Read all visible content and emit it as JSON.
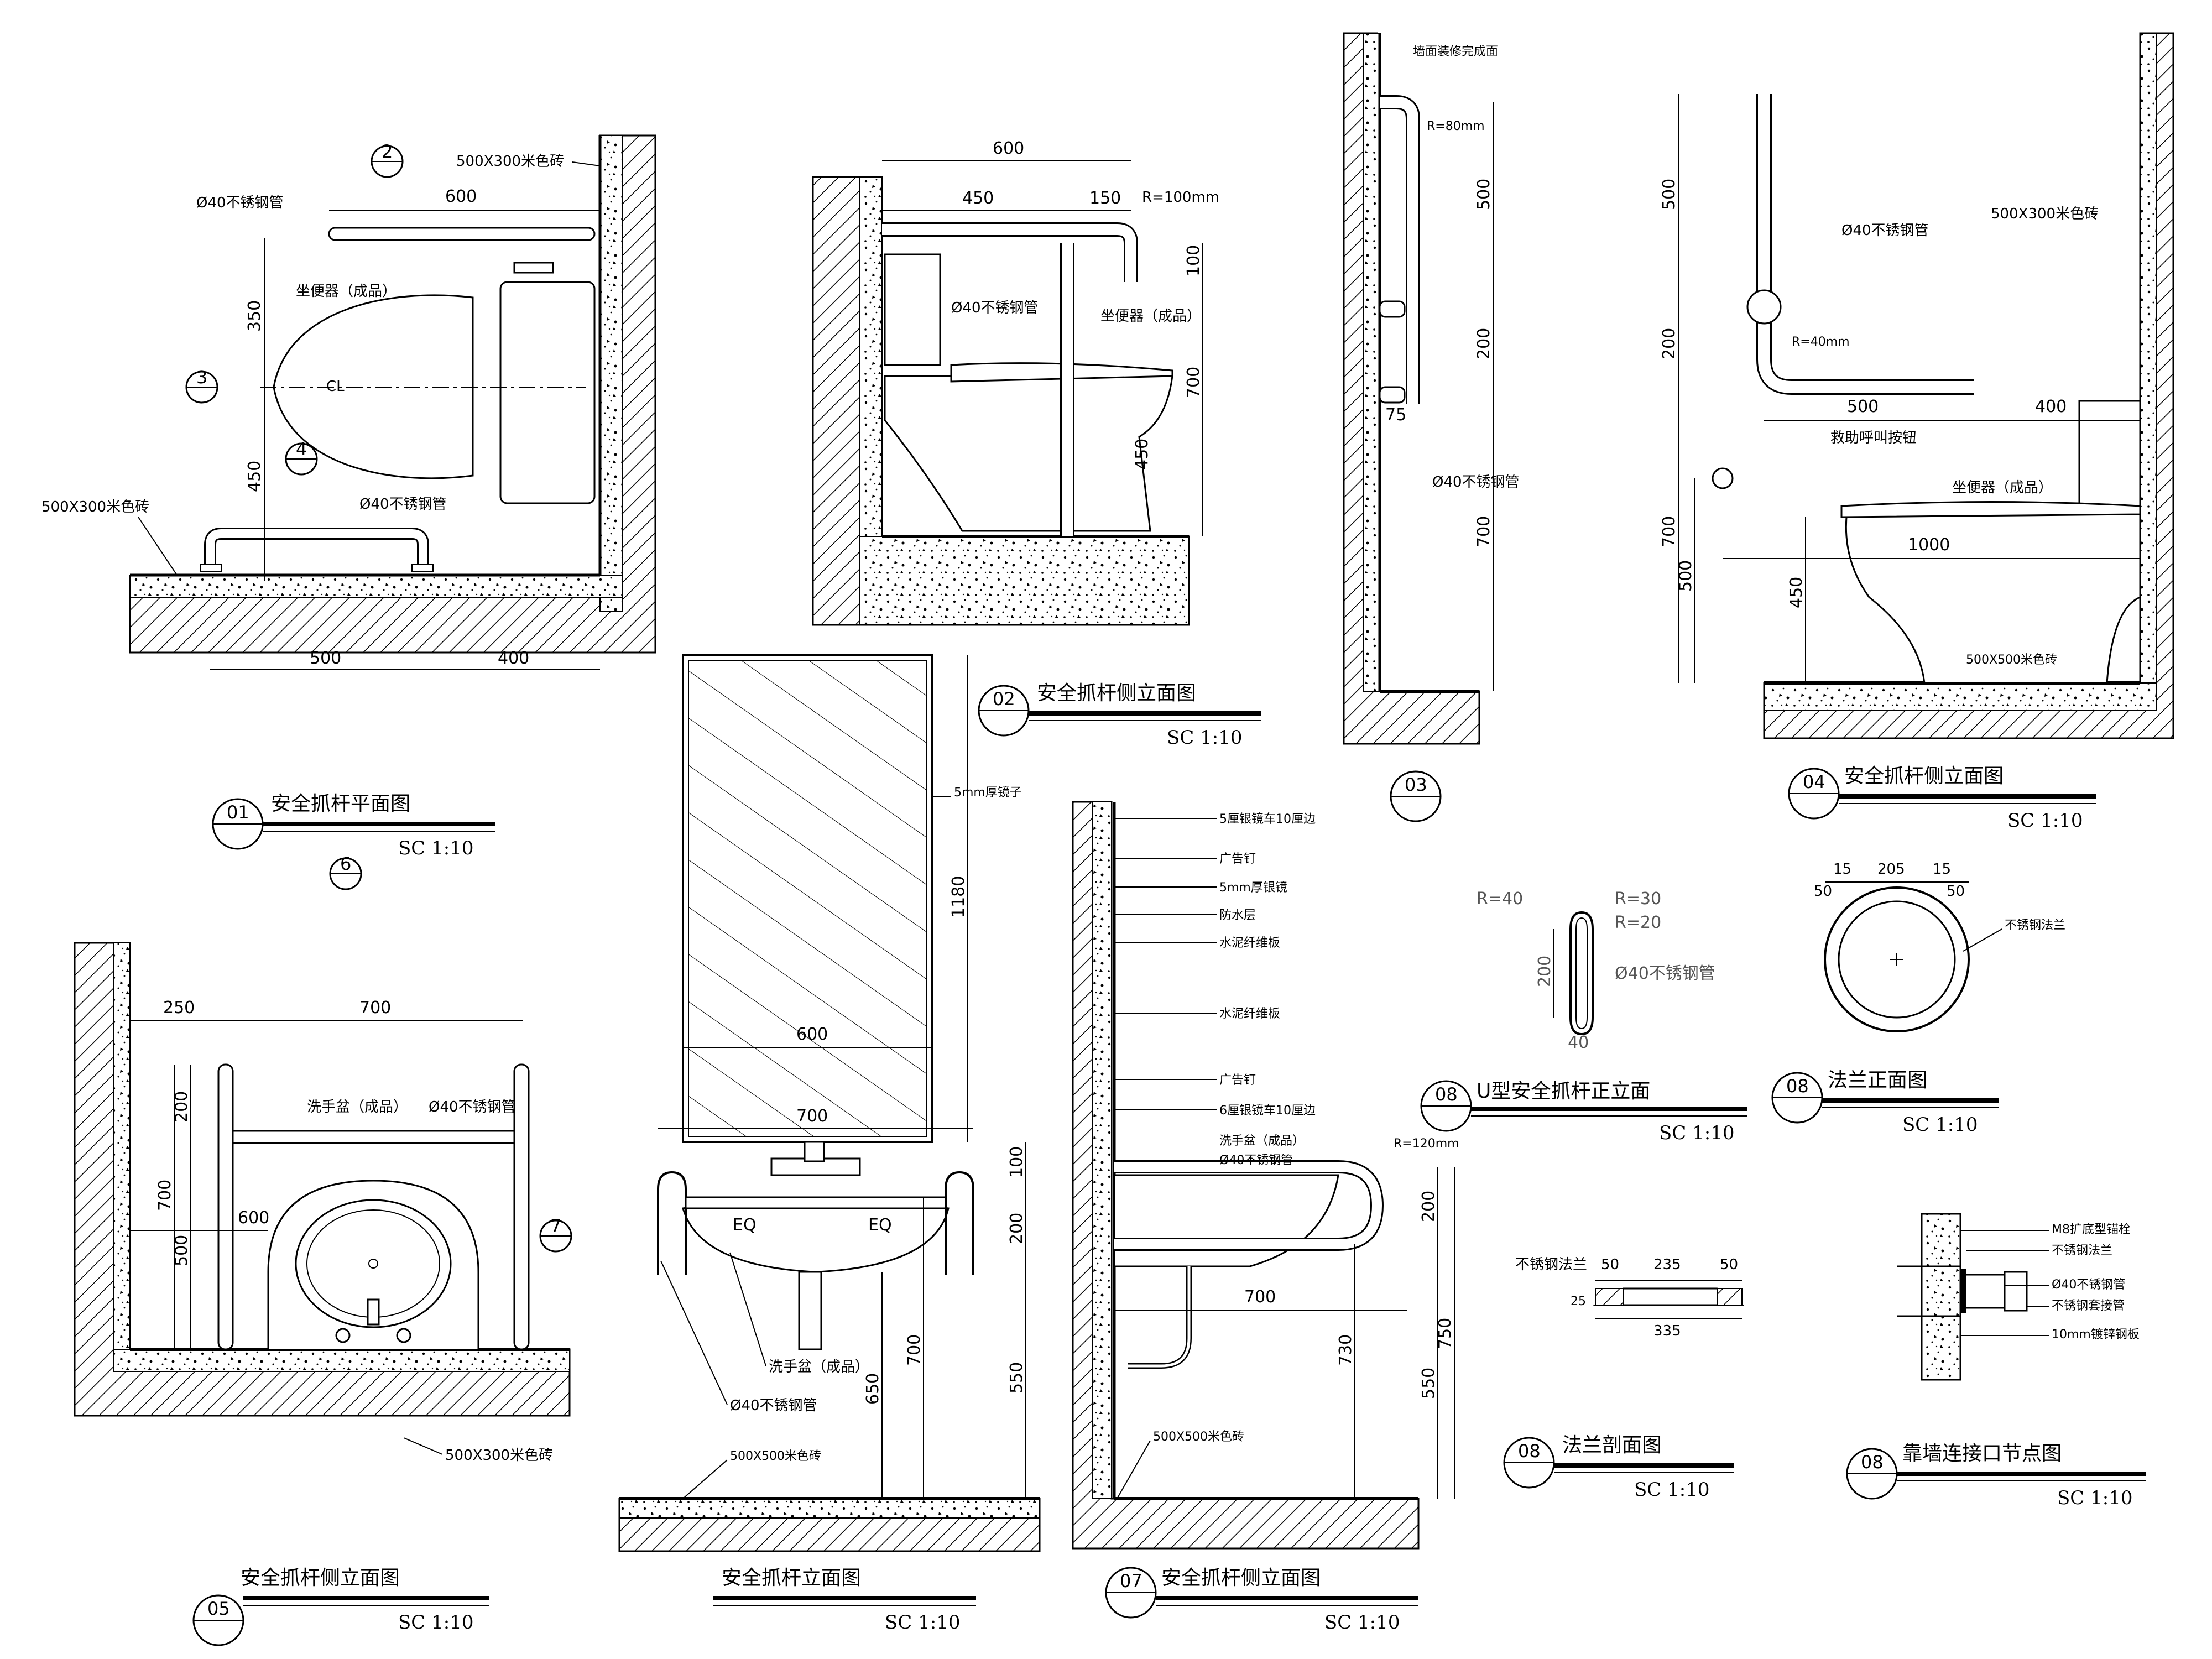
{
  "sheet": {
    "drawings": [
      {
        "no": "01",
        "title": "安全抓杆平面图",
        "scale": "SC 1:10"
      },
      {
        "no": "02",
        "title": "安全抓杆侧立面图",
        "scale": "SC 1:10"
      },
      {
        "no": "03",
        "title": "",
        "scale": ""
      },
      {
        "no": "04",
        "title": "安全抓杆侧立面图",
        "scale": "SC 1:10"
      },
      {
        "no": "05",
        "title": "安全抓杆侧立面图",
        "scale": "SC 1:10"
      },
      {
        "no": "",
        "title": "安全抓杆立面图",
        "scale": "SC 1:10"
      },
      {
        "no": "07",
        "title": "安全抓杆侧立面图",
        "scale": "SC 1:10"
      },
      {
        "no": "08",
        "title": "U型安全抓杆正立面",
        "scale": "SC 1:10"
      },
      {
        "no": "08",
        "title": "法兰正面图",
        "scale": "SC 1:10"
      },
      {
        "no": "08",
        "title": "法兰剖面图",
        "scale": "SC 1:10"
      },
      {
        "no": "08",
        "title": "靠墙连接口节点图",
        "scale": "SC 1:10"
      }
    ]
  },
  "d01": {
    "section_marks": [
      "2",
      "3",
      "4",
      "6"
    ],
    "labels": {
      "tile": "500X300米色砖",
      "pipe_top": "Ø40不锈钢管",
      "toilet": "坐便器（成品）",
      "tile_left": "500X300米色砖",
      "pipe_bottom": "Ø40不锈钢管",
      "cl": "CL"
    },
    "dims": {
      "d600": "600",
      "d350": "350",
      "d450": "450",
      "d500": "500",
      "d400": "400"
    }
  },
  "d02": {
    "labels": {
      "r100": "R=100mm",
      "pipe": "Ø40不锈钢管",
      "toilet": "坐便器（成品）"
    },
    "dims": {
      "d600": "600",
      "d450": "450",
      "d150": "150",
      "d100": "100",
      "d700": "700",
      "d450b": "450"
    }
  },
  "d03": {
    "labels": {
      "finish": "墙面装修完成面",
      "r80": "R=80mm",
      "pipe": "Ø40不锈钢管"
    },
    "dims": {
      "d500": "500",
      "d200": "200",
      "d700": "700",
      "d75": "75"
    }
  },
  "d04": {
    "labels": {
      "pipe": "Ø40不锈钢管",
      "tile": "500X300米色砖",
      "r40": "R=40mm",
      "button": "救助呼叫按钮",
      "toilet": "坐便器（成品）",
      "floor": "500X500米色砖"
    },
    "dims": {
      "d500": "500",
      "d200": "200",
      "d700": "700",
      "d500b": "500",
      "d400": "400",
      "d1000": "1000",
      "d450": "450",
      "d500c": "500"
    }
  },
  "d05": {
    "labels": {
      "basin": "洗手盆（成品）",
      "pipe": "Ø40不锈钢管",
      "tile": "500X300米色砖"
    },
    "dims": {
      "d250": "250",
      "d700": "700",
      "d200": "200",
      "d700b": "700",
      "d500": "500",
      "d600": "600"
    },
    "section_mark": "7"
  },
  "d06": {
    "labels": {
      "mirror": "5mm厚镜子",
      "basin": "洗手盆（成品）",
      "pipe": "Ø40不锈钢管",
      "floor": "500X500米色砖",
      "eq1": "EQ",
      "eq2": "EQ"
    },
    "dims": {
      "d1180": "1180",
      "d600": "600",
      "d700": "700",
      "d100": "100",
      "d200": "200",
      "d650": "650",
      "d700b": "700",
      "d550": "550"
    }
  },
  "d07": {
    "labels": [
      "5厘银镜车10厘边",
      "广告钉",
      "5mm厚银镜",
      "防水层",
      "水泥纤维板",
      "水泥纤维板",
      "广告钉",
      "6厘银镜车10厘边",
      "洗手盆（成品）",
      "Ø40不锈钢管"
    ],
    "r120": "R=120mm",
    "floor": "500X500米色砖",
    "dims": {
      "d700": "700",
      "d200": "200",
      "d730": "730",
      "d550": "550",
      "d750": "750"
    }
  },
  "d08u": {
    "labels": {
      "r40": "R=40",
      "r30": "R=30",
      "r20": "R=20",
      "pipe": "Ø40不锈钢管"
    },
    "dims": {
      "d200": "200",
      "d40": "40"
    }
  },
  "d08f": {
    "labels": {
      "flange": "不锈钢法兰"
    },
    "dims": {
      "d15a": "15",
      "d205": "205",
      "d15b": "15",
      "d50a": "50",
      "d50b": "50"
    }
  },
  "d08s": {
    "labels": {
      "flange": "不锈钢法兰"
    },
    "dims": {
      "d50a": "50",
      "d235": "235",
      "d50b": "50",
      "d335": "335",
      "d25": "25"
    }
  },
  "d08w": {
    "labels": [
      "M8扩底型锚栓",
      "不锈钢法兰",
      "Ø40不锈钢管",
      "不锈钢套接管",
      "10mm镀锌钢板"
    ]
  }
}
